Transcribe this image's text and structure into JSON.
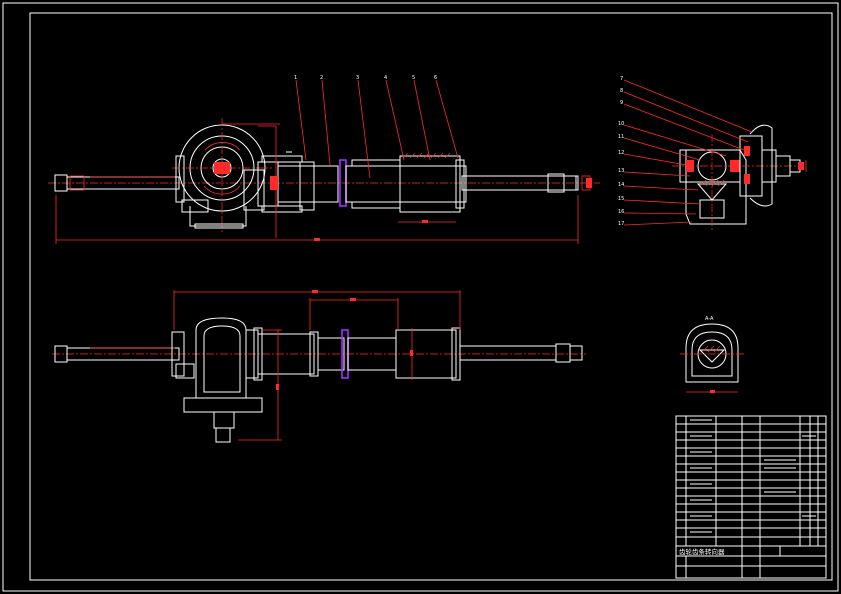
{
  "title_block": {
    "title": "齿轮齿条转向器",
    "note": "A-A"
  },
  "colors": {
    "background": "#000000",
    "outline": "#ffffff",
    "annotation": "#ff2a2a",
    "seal": "#a030ff"
  },
  "leader_numbers_left": [
    "1",
    "2",
    "3",
    "4",
    "5",
    "6"
  ],
  "leader_numbers_right": [
    "7",
    "8",
    "9",
    "10",
    "11",
    "12",
    "13",
    "14",
    "15",
    "16",
    "17"
  ],
  "section_label": "A-A"
}
